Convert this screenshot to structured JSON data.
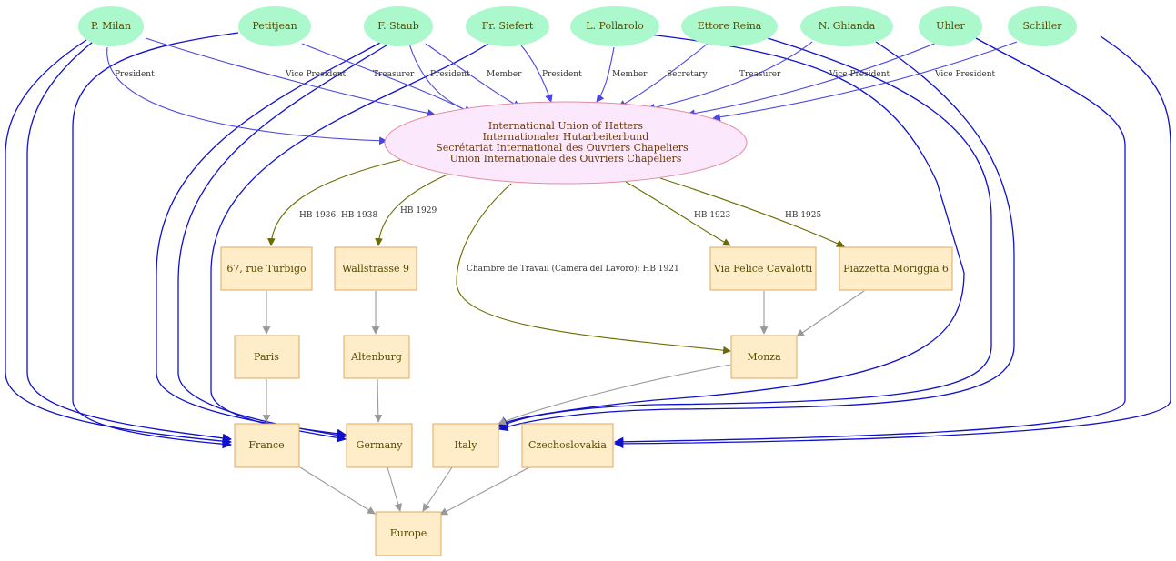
{
  "colors": {
    "person_fill": "#aaf8cc",
    "union_fill": "#fce8fc",
    "union_stroke": "#e48c9c",
    "place_fill": "#ffecc8",
    "place_stroke": "#e0a860",
    "role_edge": "#4a46e0",
    "address_edge": "#6b6b00",
    "geo_edge": "#999999",
    "membership_edge": "#1010cc",
    "text": "#5a4a00"
  },
  "union": {
    "lines": [
      "International Union of Hatters",
      "Internationaler Hutarbeiterbund",
      "Secrétariat International des Ouvriers Chapeliers",
      "Union Internationale des Ouvriers Chapeliers"
    ]
  },
  "persons": [
    {
      "id": "p_milan",
      "label": "P. Milan"
    },
    {
      "id": "petitjean",
      "label": "Petitjean"
    },
    {
      "id": "f_staub",
      "label": "F. Staub"
    },
    {
      "id": "fr_siefert",
      "label": "Fr. Siefert"
    },
    {
      "id": "l_pollarolo",
      "label": "L. Pollarolo"
    },
    {
      "id": "ettore_reina",
      "label": "Ettore Reina"
    },
    {
      "id": "n_ghianda",
      "label": "N. Ghianda"
    },
    {
      "id": "uhler",
      "label": "Uhler"
    },
    {
      "id": "schiller",
      "label": "Schiller"
    }
  ],
  "places": [
    {
      "id": "rue_turbigo",
      "label": "67, rue Turbigo"
    },
    {
      "id": "wallstrasse",
      "label": "Wallstrasse 9"
    },
    {
      "id": "via_cavalotti",
      "label": "Via Felice Cavalotti"
    },
    {
      "id": "piazzetta",
      "label": "Piazzetta Moriggia 6"
    },
    {
      "id": "paris",
      "label": "Paris"
    },
    {
      "id": "altenburg",
      "label": "Altenburg"
    },
    {
      "id": "monza",
      "label": "Monza"
    },
    {
      "id": "france",
      "label": "France"
    },
    {
      "id": "germany",
      "label": "Germany"
    },
    {
      "id": "italy",
      "label": "Italy"
    },
    {
      "id": "czechoslovakia",
      "label": "Czechoslovakia"
    },
    {
      "id": "europe",
      "label": "Europe"
    }
  ],
  "edge_labels": {
    "milan_president": "President",
    "petitjean_vice_president": "Vice President",
    "staub_treasurer": "Treasurer",
    "staub_president": "President",
    "siefert_member": "Member",
    "siefert_president": "President",
    "pollarolo_member": "Member",
    "reina_secretary": "Secretary",
    "ghianda_treasurer": "Treasurer",
    "uhler_vice_president": "Vice President",
    "schiller_vice_president": "Vice President",
    "turbigo_years": "HB 1936, HB 1938",
    "wallstrasse_years": "HB 1929",
    "monza_chambre": "Chambre de  Travail  (Camera del  Lavoro); HB 1921",
    "cavalotti_years": "HB 1923",
    "piazzetta_years": "HB 1925"
  }
}
